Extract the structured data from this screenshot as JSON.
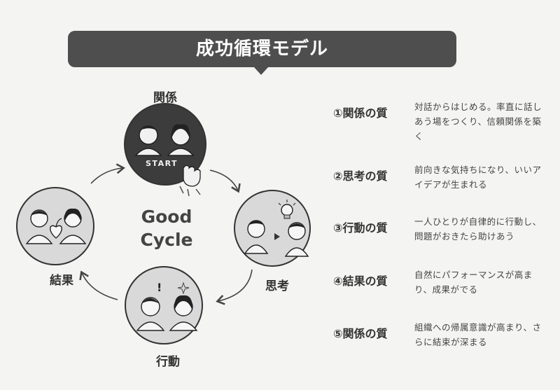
{
  "title": "成功循環モデル",
  "center": {
    "line1": "Good",
    "line2": "Cycle"
  },
  "start_label": "START",
  "nodes": {
    "top": "関係",
    "right": "思考",
    "bottom": "行動",
    "left": "結果"
  },
  "qualities": [
    {
      "title": "①関係の質",
      "desc": "対話からはじめる。率直に話しあう場をつくり、信頼関係を築く"
    },
    {
      "title": "②思考の質",
      "desc": "前向きな気持ちになり、いいアイデアが生まれる"
    },
    {
      "title": "③行動の質",
      "desc": "一人ひとりが自律的に行動し、問題がおきたら助けあう"
    },
    {
      "title": "④結果の質",
      "desc": "自然にパフォーマンスが高まり、成果がでる"
    },
    {
      "title": "⑤関係の質",
      "desc": "組織への帰属意識が高まり、さらに結束が深まる"
    }
  ],
  "colors": {
    "banner": "#4e4e4e",
    "circle_dark": "#3c3c3c",
    "circle_light": "#d9d9d9",
    "background": "#f4f4f2"
  }
}
